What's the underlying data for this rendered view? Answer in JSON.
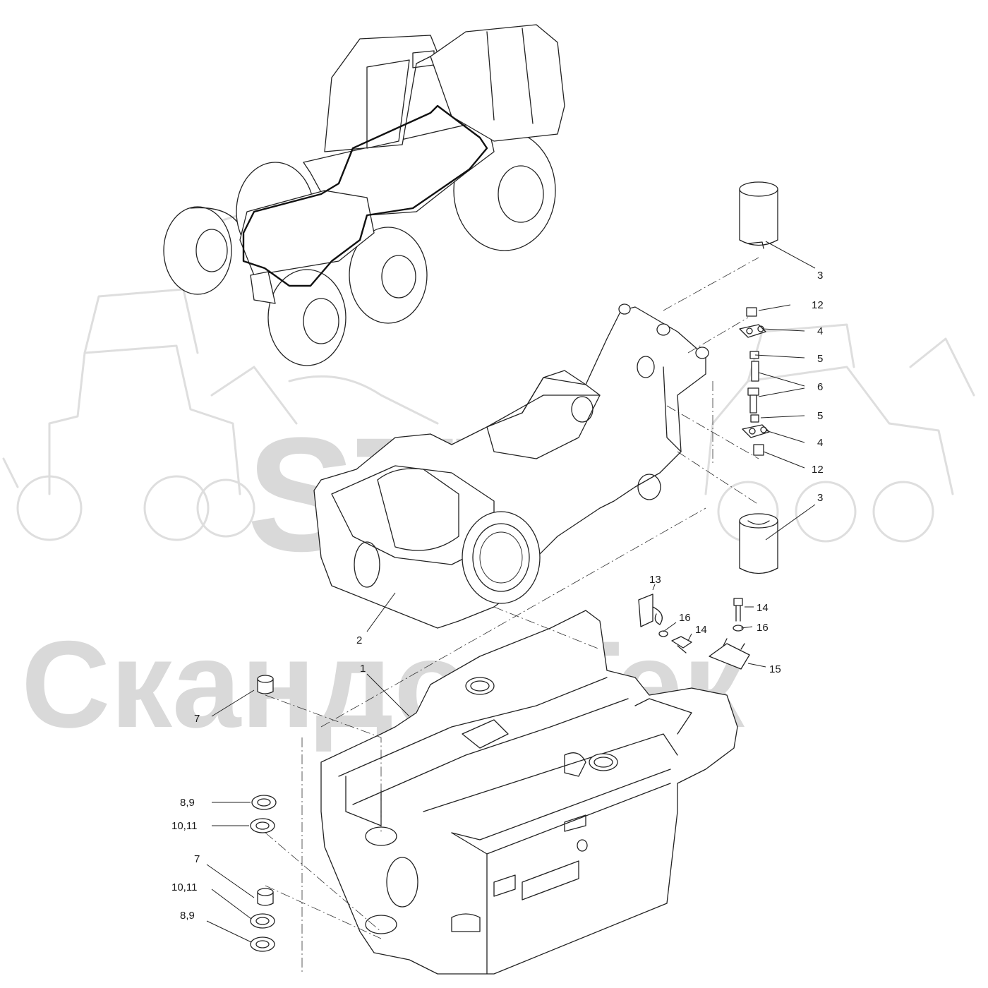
{
  "watermark": {
    "brand_line_1": "STT",
    "brand_line_2": "СкандорТек"
  },
  "callouts": {
    "c1": "1",
    "c2": "2",
    "c3_top": "3",
    "c3_bottom": "3",
    "c4_top": "4",
    "c4_bottom": "4",
    "c5_top": "5",
    "c5_bottom": "5",
    "c6": "6",
    "c7_top": "7",
    "c7_bottom": "7",
    "c8_9_top": "8,9",
    "c8_9_bottom": "8,9",
    "c10_11_top": "10,11",
    "c10_11_bottom": "10,11",
    "c12_top": "12",
    "c12_bottom": "12",
    "c13": "13",
    "c14_left": "14",
    "c14_right": "14",
    "c15": "15",
    "c16_left": "16",
    "c16_right": "16"
  }
}
